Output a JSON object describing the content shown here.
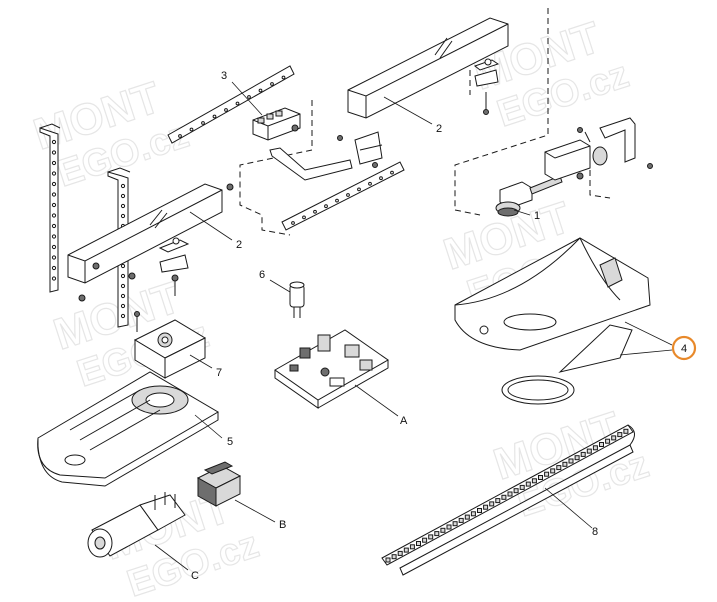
{
  "watermark": {
    "line1": "MONT",
    "line2": "EGO.cz"
  },
  "callouts": {
    "part1": "1",
    "part2a": "2",
    "part2b": "2",
    "part3": "3",
    "part4": "4",
    "part5": "5",
    "part6": "6",
    "part7": "7",
    "part8": "8",
    "partA": "A",
    "partB": "B",
    "partC": "C"
  },
  "highlight_color": "#e8892a"
}
